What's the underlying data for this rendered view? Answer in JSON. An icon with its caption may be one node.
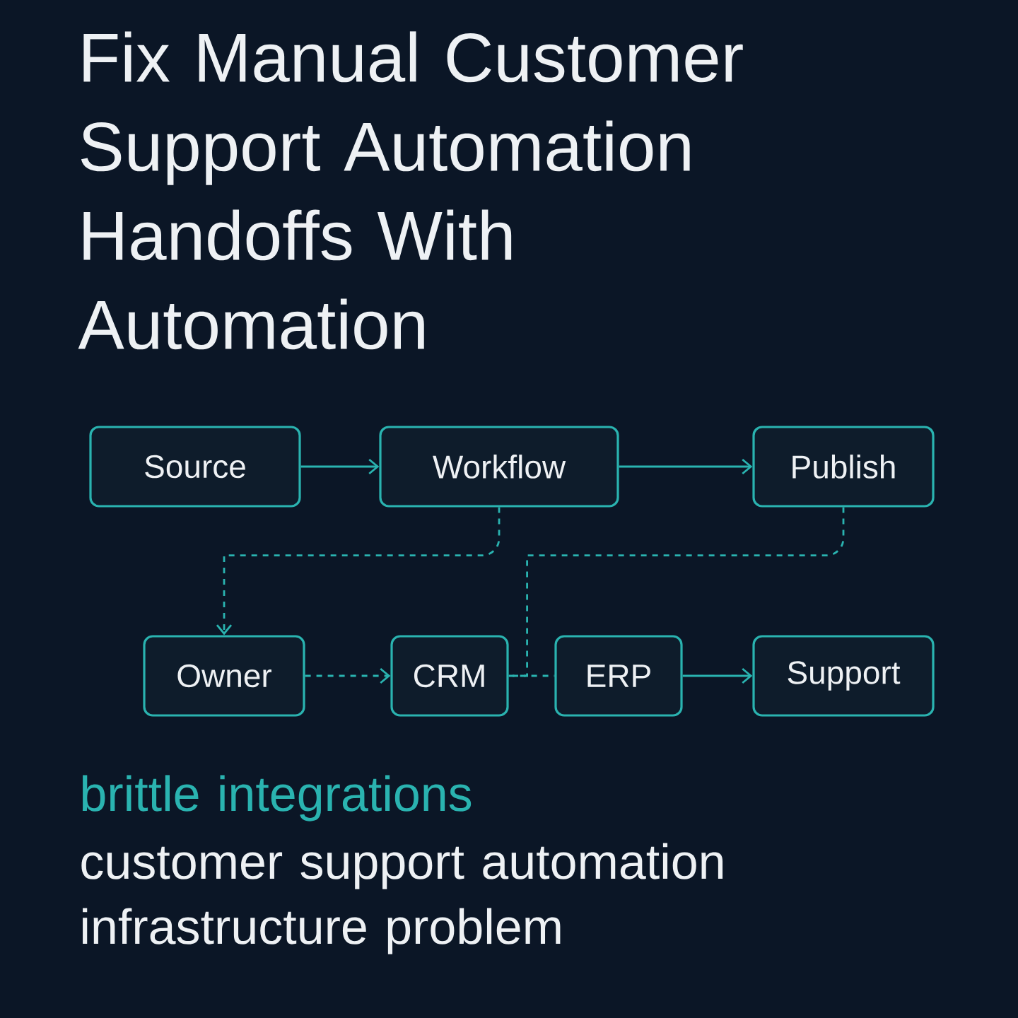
{
  "diagram": {
    "title": "Fix Manual Customer Support Automation Handoffs With Automation",
    "nodes": [
      {
        "text": [
          "Source"
        ]
      },
      {
        "text": [
          "Workflow"
        ]
      },
      {
        "text": [
          "Publish"
        ]
      },
      {
        "text": [
          "Owner"
        ]
      },
      {
        "text": [
          "CRM"
        ]
      },
      {
        "text": [
          "ERP"
        ]
      },
      {
        "text": [
          "Support"
        ]
      }
    ],
    "edges": [
      {
        "from": 0,
        "to": 1,
        "arrow": "to"
      },
      {
        "from": 1,
        "to": 2,
        "arrow": "to"
      },
      {
        "from": 1,
        "to": 3,
        "arrow": "to",
        "style": "dashed"
      },
      {
        "from": 3,
        "to": 4,
        "arrow": "to",
        "style": "dashed"
      },
      {
        "from": 4,
        "to": 5,
        "arrow": "none",
        "style": "dashed"
      },
      {
        "from": 2,
        "to": 4,
        "arrow": "none",
        "style": "dashed"
      },
      {
        "from": 5,
        "to": 6,
        "arrow": "to"
      }
    ],
    "labels": [
      "brittle integrations",
      "customer support automation infrastructure problem"
    ]
  }
}
